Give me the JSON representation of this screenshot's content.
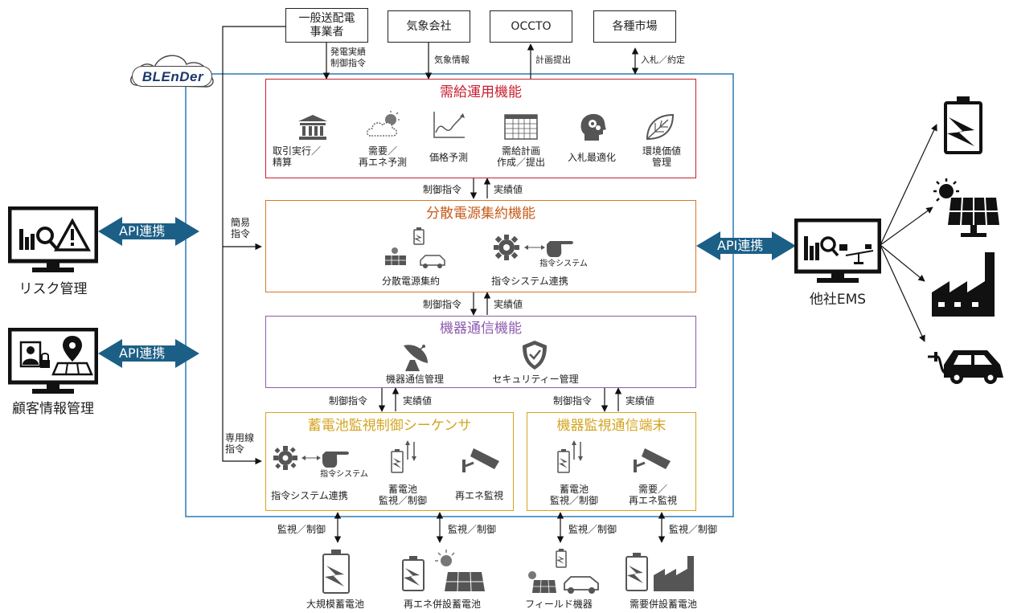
{
  "logo_text": "BLEnDer",
  "top_boxes": [
    {
      "id": "tso",
      "label": "一般送配電\n事業者"
    },
    {
      "id": "weather",
      "label": "気象会社"
    },
    {
      "id": "occto",
      "label": "OCCTO"
    },
    {
      "id": "markets",
      "label": "各種市場"
    }
  ],
  "top_flows": {
    "tso": "発電実績\n制御指令",
    "weather": "気象情報",
    "occto": "計画提出",
    "markets": "入札／約定"
  },
  "functions": {
    "supply": {
      "title": "需給運用機能",
      "items": [
        "取引実行／\n精算",
        "需要／\n再エネ予測",
        "価格予測",
        "需給計画\n作成／提出",
        "入札最適化",
        "環境価値\n管理"
      ]
    },
    "der": {
      "title": "分散電源集約機能",
      "items": [
        "分散電源集約",
        "指令システム連携"
      ],
      "icon_caption": "指令システム"
    },
    "comm": {
      "title": "機器通信機能",
      "items": [
        "機器通信管理",
        "セキュリティー管理"
      ]
    },
    "battery_seq": {
      "title": "蓄電池監視制御シーケンサ",
      "items": [
        "指令システム連携",
        "蓄電池\n監視／制御",
        "再エネ監視"
      ],
      "icon_caption": "指令システム"
    },
    "terminal": {
      "title": "機器監視通信端末",
      "items": [
        "蓄電池\n監視／制御",
        "需要／\n再エネ監視"
      ]
    }
  },
  "flows": {
    "control": "制御指令",
    "actual": "実績値",
    "simple_cmd": "簡易\n指令",
    "dedicated_cmd": "専用線\n指令",
    "monitor": "監視／制御"
  },
  "api_label": "API連携",
  "left_systems": [
    "リスク管理",
    "顧客情報管理"
  ],
  "right_system": "他社EMS",
  "bottom_devices": [
    "大規模蓄電池",
    "再エネ併設蓄電池",
    "フィールド機器",
    "需要併設蓄電池"
  ],
  "colors": {
    "supply": "#c8202f",
    "der": "#d4782a",
    "comm": "#8e5bb0",
    "seq": "#d4a420",
    "blender_border": "#2a7ab8",
    "api_arrow": "#1c5f86"
  }
}
